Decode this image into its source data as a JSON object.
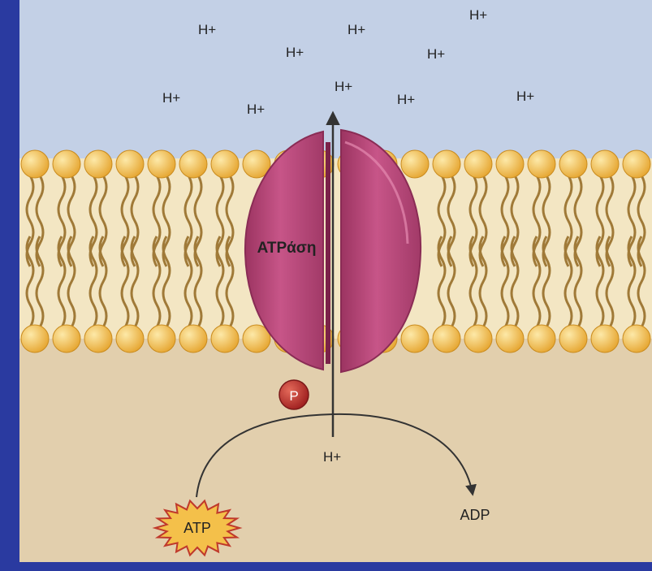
{
  "diagram": {
    "protein_label": "ATPάση",
    "phosphate_label": "P",
    "atp_label": "ATP",
    "adp_label": "ADP",
    "proton_label": "H+",
    "proton_bottom_label": "H+",
    "protons_outside": [
      "H+",
      "H+",
      "H+",
      "H+",
      "H+",
      "H+",
      "H+",
      "H+",
      "H+",
      "H+"
    ]
  },
  "colors": {
    "frame": "#2a3aa0",
    "outside": "#c3d0e6",
    "cytoplasm": "#e2cfad",
    "membrane_core": "#f3e6c3",
    "lipid_head": "#f2be49",
    "lipid_tail": "#a07a38",
    "protein": "#bd4e7d",
    "phosphate": "#b82a2a",
    "atp_star": "#f4c04a",
    "arrow": "#333333"
  }
}
